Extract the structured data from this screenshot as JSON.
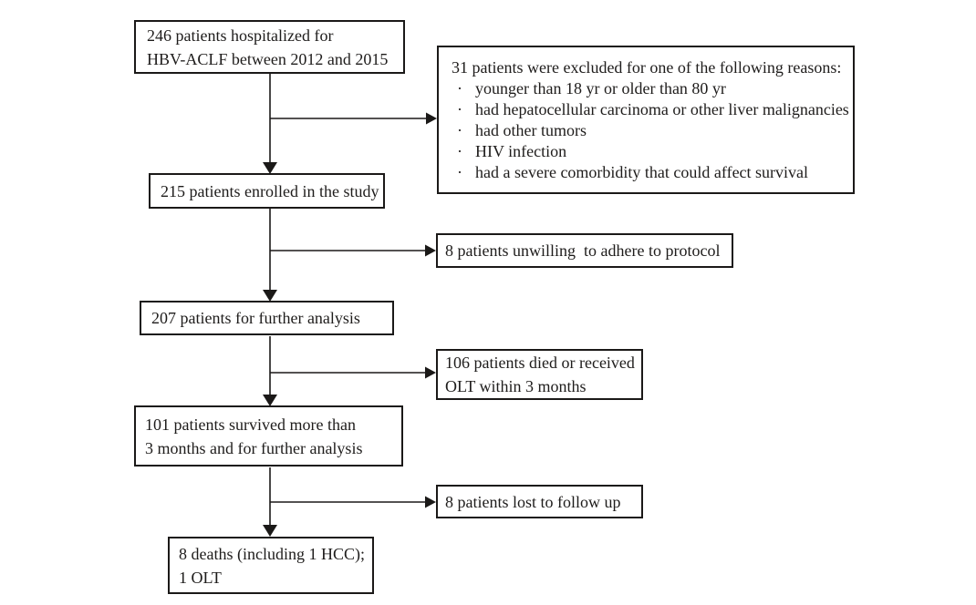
{
  "diagram": {
    "kind": "patient-flow-chart",
    "colors": {
      "background": "#ffffff",
      "box_border": "#1b1918",
      "arrow": "#1b1918",
      "text": "#1e1c1b"
    },
    "nodes": {
      "hospitalized": {
        "lines": [
          "246 patients hospitalized for",
          "HBV-ACLF between 2012 and 2015"
        ]
      },
      "excluded": {
        "title": "31 patients were excluded for one of the following reasons:",
        "bullet_char": "·",
        "reasons": [
          "younger than 18 yr or older than 80 yr",
          "had hepatocellular carcinoma or other liver malignancies",
          "had other tumors",
          "HIV infection",
          "had a severe comorbidity that could affect survival"
        ]
      },
      "enrolled": {
        "text": "215 patients enrolled in the study"
      },
      "unwilling": {
        "text": "8 patients unwilling  to adhere to protocol"
      },
      "further_analysis": {
        "text": "207 patients for further analysis"
      },
      "died_or_olt": {
        "lines": [
          "106 patients died or received",
          "OLT within 3 months"
        ]
      },
      "survived": {
        "lines": [
          "101 patients survived more than",
          "3 months and for further analysis"
        ]
      },
      "lost_followup": {
        "text": "8 patients lost to follow up"
      },
      "outcome": {
        "lines": [
          "8 deaths (including 1 HCC);",
          "1 OLT"
        ]
      }
    }
  }
}
